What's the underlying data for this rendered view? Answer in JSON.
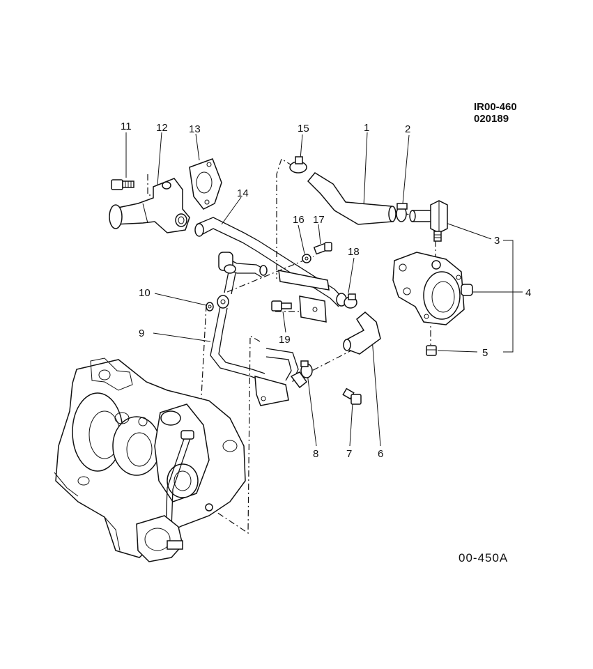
{
  "ref_code": [
    "IR00-460",
    "020189"
  ],
  "figure_code": "00-450A",
  "callouts": [
    "1",
    "2",
    "3",
    "4",
    "5",
    "6",
    "7",
    "8",
    "9",
    "10",
    "11",
    "12",
    "13",
    "14",
    "15",
    "16",
    "17",
    "18",
    "19"
  ]
}
